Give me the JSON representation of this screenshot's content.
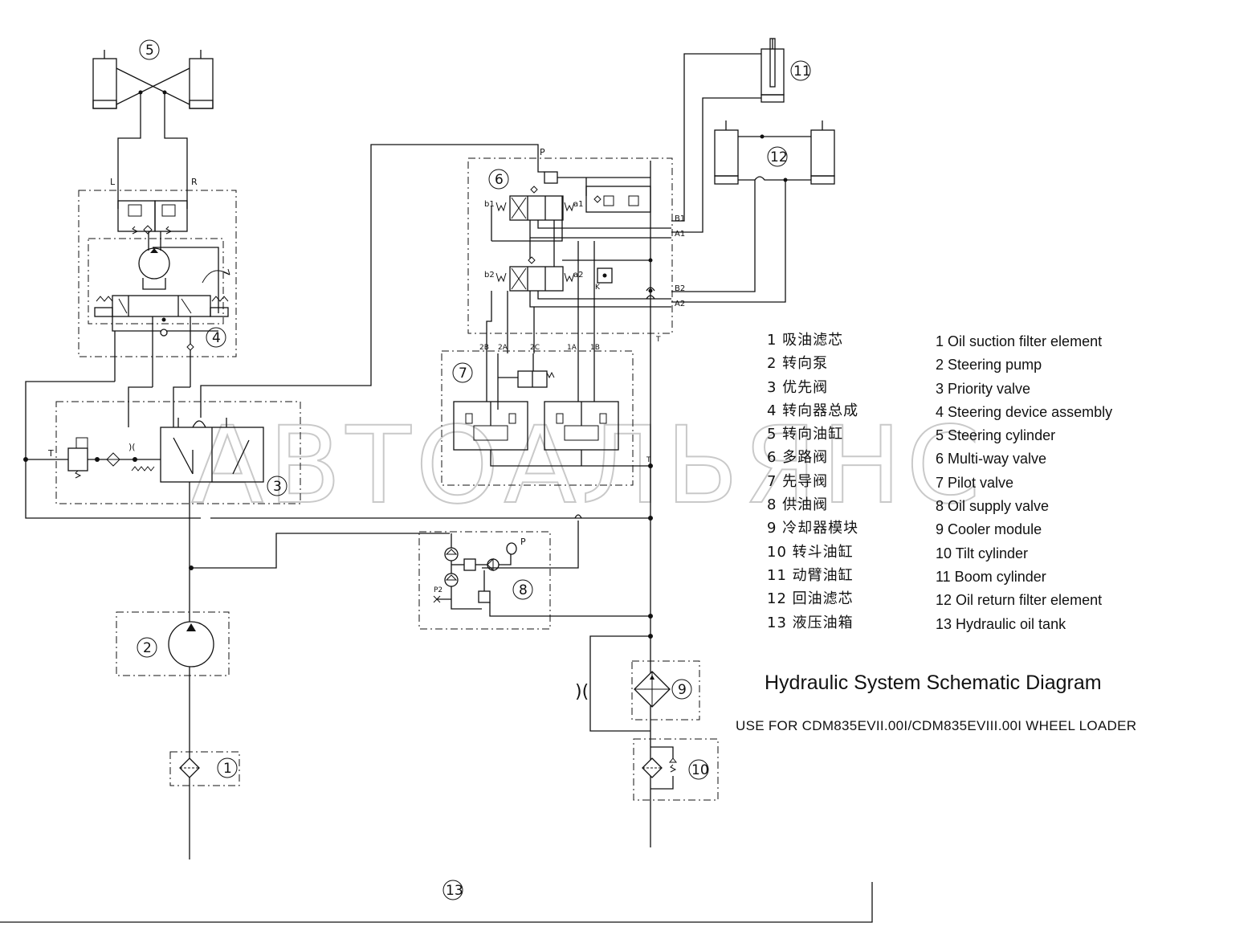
{
  "diagram": {
    "title": "Hydraulic System Schematic Diagram",
    "subtitle": "USE FOR CDM835EVII.00I/CDM835EVIII.00I WHEEL LOADER",
    "watermark": "АВТОАЛЬЯНС",
    "component_numbers": [
      "1",
      "2",
      "3",
      "4",
      "5",
      "6",
      "7",
      "8",
      "9",
      "10",
      "11",
      "12",
      "13"
    ],
    "port_labels": {
      "L": "L",
      "R": "R",
      "P": "P",
      "T": "T",
      "b1": "b1",
      "a1": "a1",
      "b2": "b2",
      "a2": "a2",
      "B1": "B1",
      "A1": "A1",
      "B2": "B2",
      "A2": "A2",
      "2B": "2B",
      "2A": "2A",
      "2C": "2C",
      "1A": "1A",
      "1B": "1B",
      "K": "K",
      "P2": "P2"
    }
  },
  "legend": {
    "chinese": [
      "1 吸油滤芯",
      "2 转向泵",
      "3 优先阀",
      "4 转向器总成",
      "5 转向油缸",
      "6 多路阀",
      "7 先导阀",
      "8 供油阀",
      "9 冷却器模块",
      "10 转斗油缸",
      "11 动臂油缸",
      "12 回油滤芯",
      "13 液压油箱"
    ],
    "english": [
      "1 Oil suction filter element",
      "2 Steering pump",
      "3  Priority valve",
      "4 Steering device assembly",
      "5 Steering cylinder",
      "6 Multi-way valve",
      "7  Pilot valve",
      "8  Oil supply valve",
      "9  Cooler module",
      "10 Tilt cylinder",
      "11 Boom cylinder",
      "12  Oil return filter element",
      "13 Hydraulic oil tank"
    ]
  }
}
